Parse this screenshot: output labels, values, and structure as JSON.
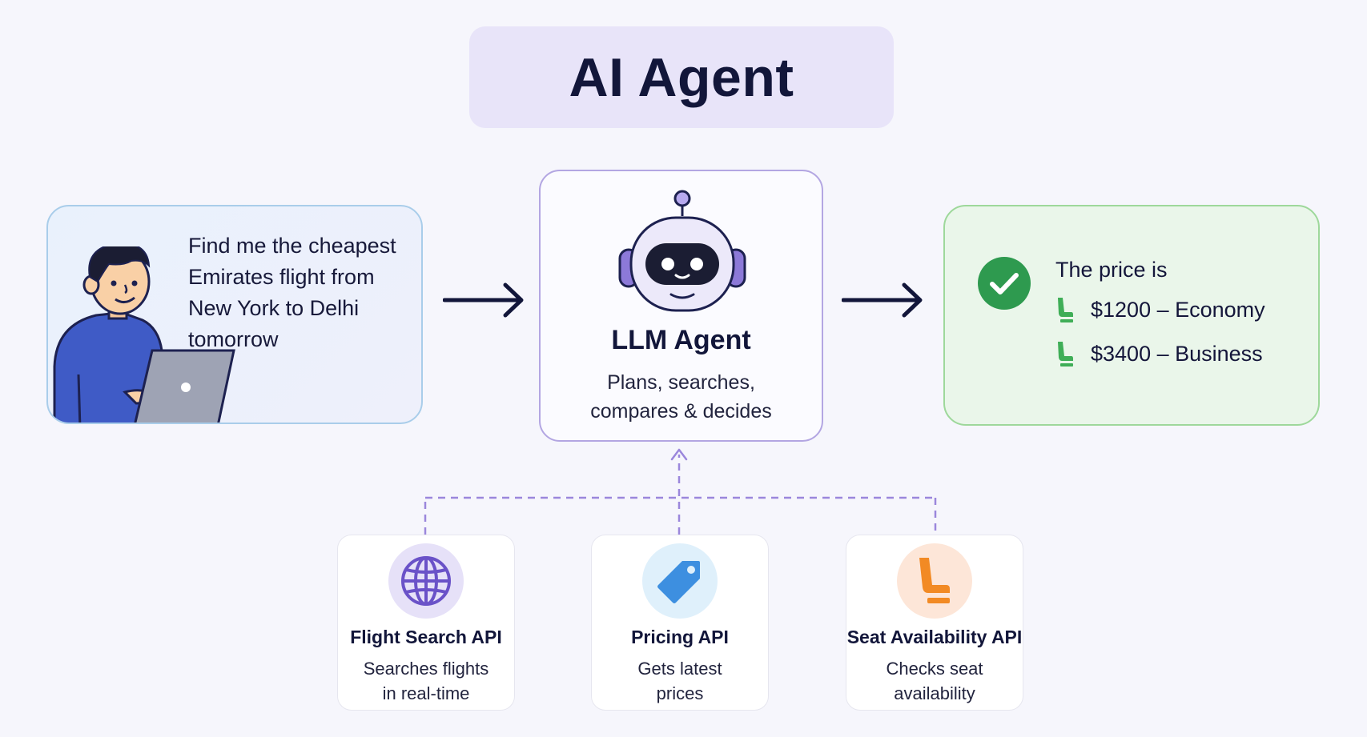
{
  "title": "AI Agent",
  "user": {
    "query_lines": [
      "Find me the cheapest",
      "Emirates flight from",
      "New York to Delhi",
      "tomorrow"
    ]
  },
  "agent": {
    "name": "LLM Agent",
    "desc_lines": [
      "Plans, searches,",
      "compares & decides"
    ]
  },
  "result": {
    "intro": "The price is",
    "items": [
      "$1200 – Economy",
      "$3400 – Business"
    ]
  },
  "tools": [
    {
      "name": "Flight Search API",
      "desc_lines": [
        "Searches flights",
        "in real-time"
      ],
      "icon": "globe-icon"
    },
    {
      "name": "Pricing API",
      "desc_lines": [
        "Gets latest",
        "prices"
      ],
      "icon": "price-tag-icon"
    },
    {
      "name": "Seat Availability API",
      "desc_lines": [
        "Checks seat",
        "availability"
      ],
      "icon": "seat-icon"
    }
  ],
  "colors": {
    "title_bg": "#e8e4f9",
    "agent_border": "#b3a6e2",
    "user_border": "#a9cdea",
    "result_border": "#9ed89b",
    "check_green": "#2e9a4f",
    "seat_green": "#3fae57",
    "arrow_navy": "#12163a",
    "connector_purple": "#9b87dc"
  }
}
